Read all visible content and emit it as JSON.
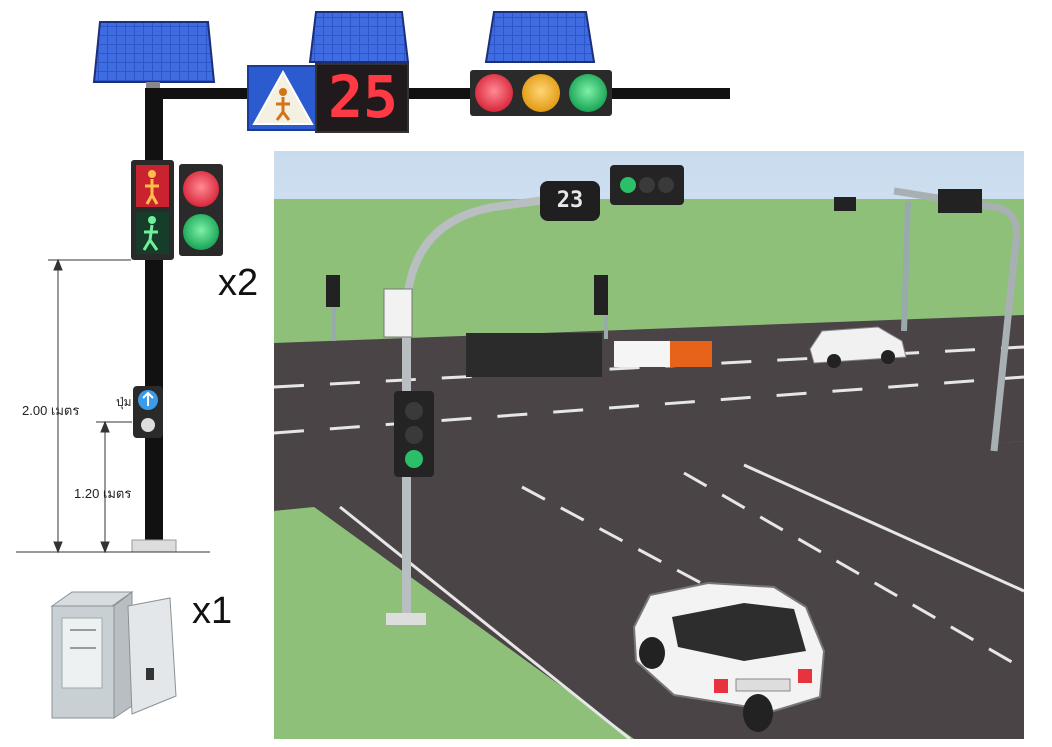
{
  "counter": {
    "digits": "25"
  },
  "scene_counter": {
    "digits": "23"
  },
  "quantities": {
    "signal_heads": "x2",
    "controller_cabinet": "x1"
  },
  "dimensions": {
    "button_label": "ปุ่ม",
    "height_total": "2.00 เมตร",
    "height_button": "1.20 เมตร"
  },
  "colors": {
    "pole": "#111111",
    "red": "#e8333f",
    "amber": "#f0b330",
    "green": "#2bbf6a",
    "sky": "#dfeaf4",
    "grass": "#8ec07a",
    "road": "#4a4446",
    "solar": "#2f56c9"
  },
  "icons": [
    "solar-panel-icon",
    "pedestrian-warning-sign-icon",
    "countdown-timer-icon",
    "traffic-light-icon",
    "pedestrian-signal-icon",
    "push-button-icon",
    "controller-cabinet-icon",
    "car-icon"
  ]
}
